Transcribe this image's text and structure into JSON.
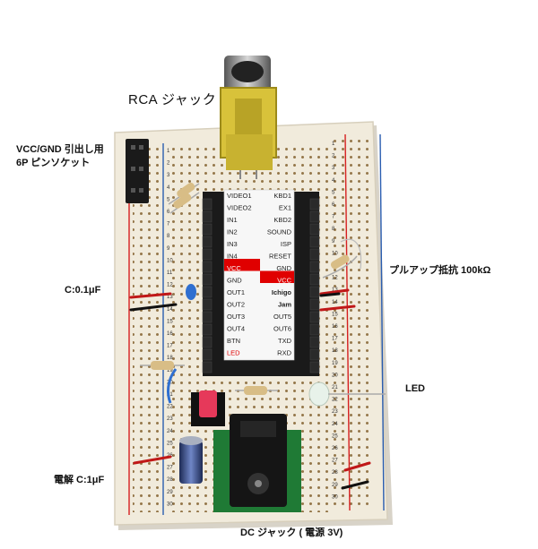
{
  "labels": {
    "rca_jack": "RCA ジャック",
    "pin_socket_line1": "VCC/GND 引出し用",
    "pin_socket_line2": "6P ピンソケット",
    "pullup": "プルアップ抵抗 100kΩ",
    "cap_01": "C:0.1μF",
    "led": "LED",
    "electrolytic": "電解 C:1μF",
    "dc_jack": "DC ジャック ( 電源 3V)"
  },
  "chip_pins": {
    "left": [
      "VIDEO1",
      "VIDEO2",
      "IN1",
      "IN2",
      "IN3",
      "IN4",
      "VCC",
      "GND",
      "OUT1",
      "OUT2",
      "OUT3",
      "OUT4",
      "BTN",
      "LED"
    ],
    "right": [
      "KBD1",
      "EX1",
      "KBD2",
      "SOUND",
      "ISP",
      "RESET",
      "GND",
      "VCC",
      "Ichigo",
      "Jam",
      "OUT5",
      "OUT6",
      "TXD",
      "RXD"
    ]
  },
  "board_rows": [
    "1",
    "2",
    "3",
    "4",
    "5",
    "6",
    "7",
    "8",
    "9",
    "10",
    "11",
    "12",
    "13",
    "14",
    "15",
    "16",
    "17",
    "18",
    "19",
    "20",
    "21",
    "22",
    "23",
    "24",
    "25",
    "26",
    "27",
    "28",
    "29",
    "30"
  ],
  "colors": {
    "board": "#f1ebdc",
    "hole": "#8a6a3a",
    "chip_red": "#e00000",
    "rail_red": "#d62020",
    "rail_blue": "#2a5db0",
    "rca_yellow": "#d8c23a",
    "pcb_green": "#1f7a35"
  }
}
